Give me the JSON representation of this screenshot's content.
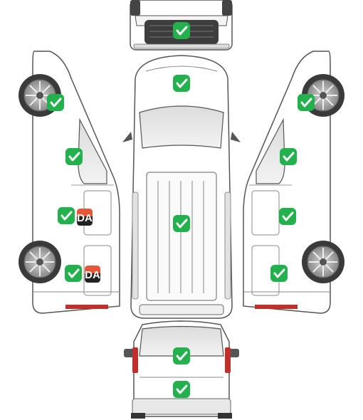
{
  "diagram": {
    "views": [
      "front",
      "left-side",
      "top",
      "right-side",
      "rear"
    ],
    "check_markers": [
      {
        "id": "front-grille",
        "status": "ok"
      },
      {
        "id": "roof-front",
        "status": "ok"
      },
      {
        "id": "roof-cargo",
        "status": "ok"
      },
      {
        "id": "left-front-wheel",
        "status": "ok"
      },
      {
        "id": "left-front-door",
        "status": "ok"
      },
      {
        "id": "left-sliding-door",
        "status": "ok"
      },
      {
        "id": "left-rear-panel",
        "status": "ok"
      },
      {
        "id": "right-front-wheel",
        "status": "ok"
      },
      {
        "id": "right-front-door",
        "status": "ok"
      },
      {
        "id": "right-sliding-door",
        "status": "ok"
      },
      {
        "id": "right-rear-panel",
        "status": "ok"
      },
      {
        "id": "rear-window",
        "status": "ok"
      },
      {
        "id": "rear-bumper",
        "status": "ok"
      }
    ],
    "damage_badges": [
      {
        "id": "left-sliding-door",
        "label": "DA"
      },
      {
        "id": "left-rear-panel",
        "label": "DA"
      }
    ],
    "colors": {
      "check_fill": "#22b14c",
      "check_mark": "#ffffff",
      "badge_top": "#e8563a",
      "badge_bottom": "#222222",
      "outline": "#555555",
      "glass": "#e8e8e8",
      "tire": "#333333",
      "light": "#c0302a"
    }
  }
}
